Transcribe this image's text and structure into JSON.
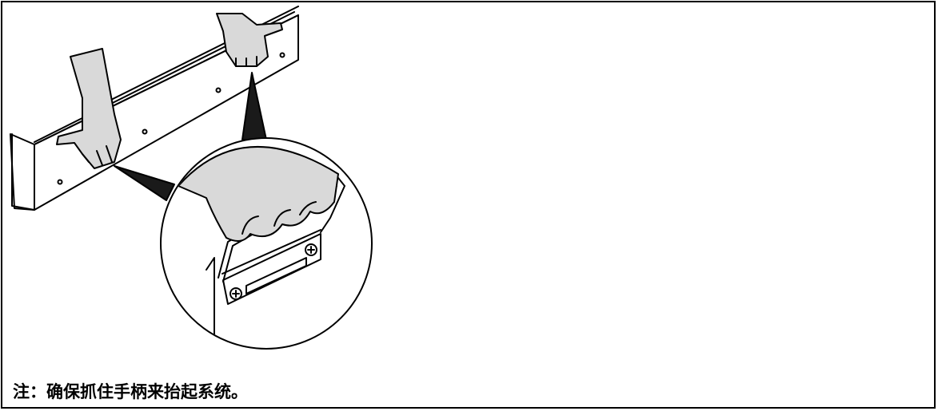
{
  "note": {
    "label": "注：",
    "text": "确保抓住手柄来抬起系统。"
  },
  "figure": {
    "icon": "hands-lifting-handle-illustration"
  }
}
